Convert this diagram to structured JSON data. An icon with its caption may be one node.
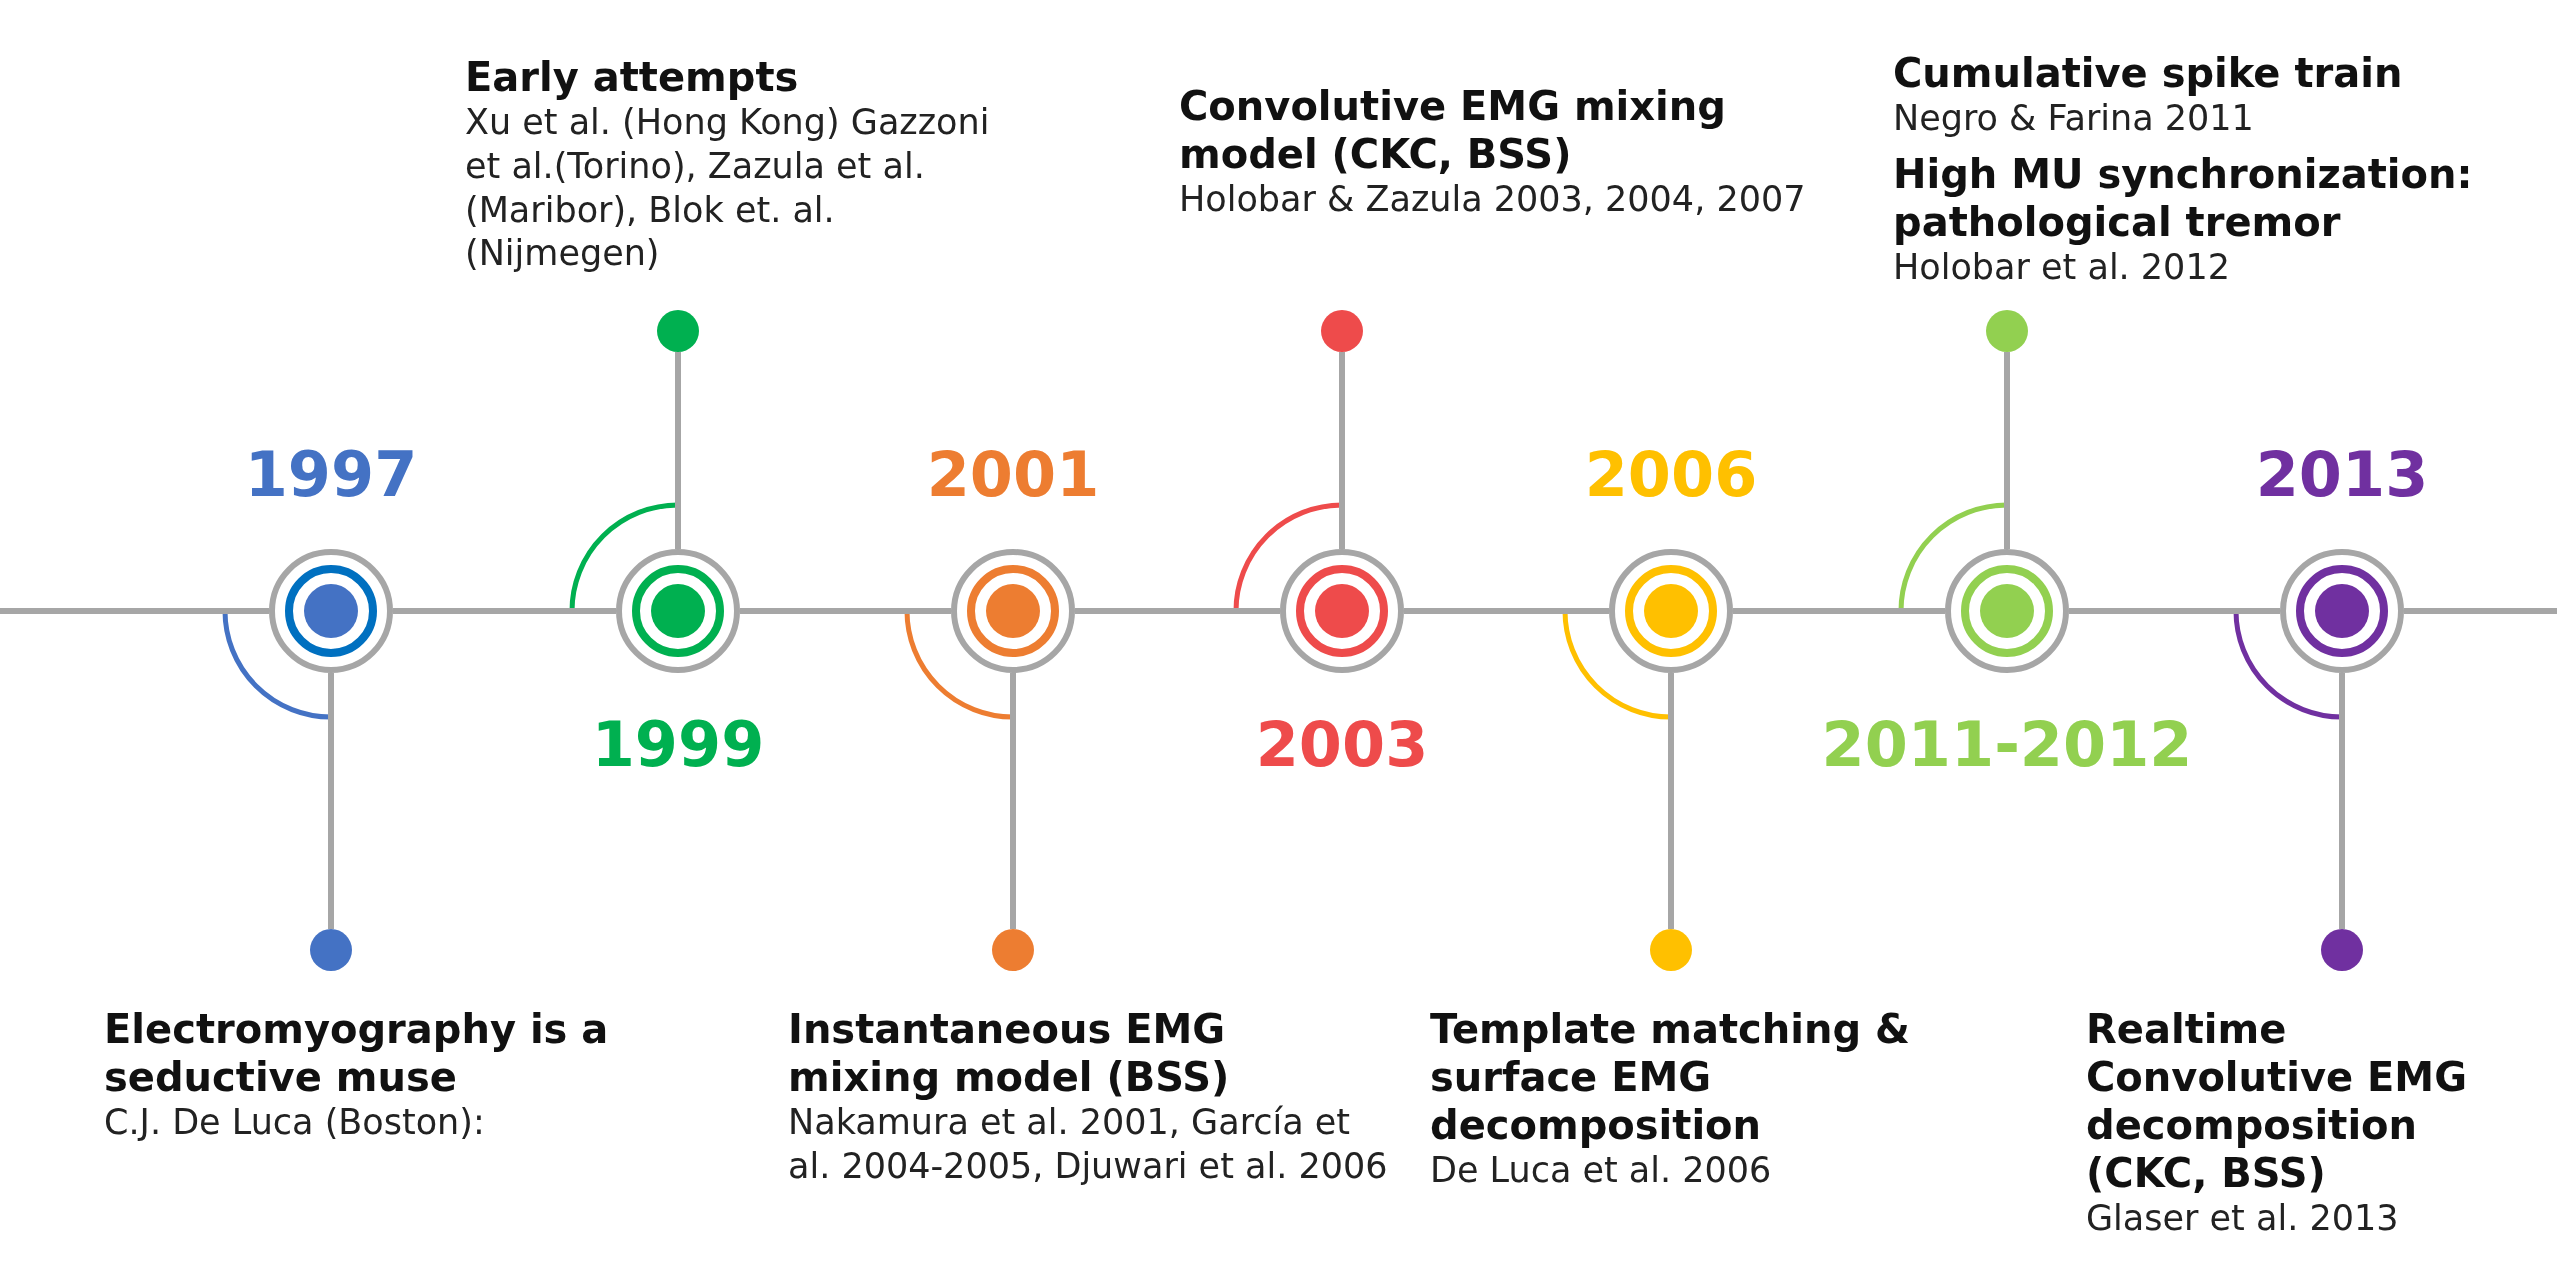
{
  "diagram": {
    "nodes": [
      {
        "text": [
          "1997"
        ]
      },
      {
        "text": [],
        "shape": "circle",
        "beside": [
          "Electromyography is a seductive muse",
          "C.J. De Luca (Boston):"
        ]
      },
      {
        "text": [
          "1999"
        ]
      },
      {
        "text": [],
        "shape": "circle",
        "beside": [
          "Early attempts",
          "Xu et al. (Hong Kong) Gazzoni et al.(Torino), Zazula et al. (Maribor), Blok et. al. (Nijmegen)"
        ]
      },
      {
        "text": [
          "2001"
        ]
      },
      {
        "text": [],
        "shape": "circle",
        "beside": [
          "Instantaneous EMG mixing model (BSS)",
          "Nakamura et al. 2001, García et al. 2004-2005, Djuwari et al. 2006"
        ]
      },
      {
        "text": [
          "2003"
        ]
      },
      {
        "text": [],
        "shape": "circle",
        "beside": [
          "Convolutive EMG mixing model (CKC, BSS)",
          "Holobar & Zazula 2003, 2004, 2007"
        ]
      },
      {
        "text": [
          "2006"
        ]
      },
      {
        "text": [],
        "shape": "circle",
        "beside": [
          "Template matching & surface EMG decomposition",
          "De Luca et al. 2006"
        ]
      },
      {
        "text": [
          "2011-2012"
        ]
      },
      {
        "text": [],
        "shape": "circle",
        "beside": [
          "Cumulative spike train",
          "Negro & Farina 2011",
          "High MU synchronization: pathological tremor",
          "Holobar et al. 2012"
        ]
      },
      {
        "text": [
          "2013"
        ]
      },
      {
        "text": [],
        "shape": "circle",
        "beside": [
          "Realtime Convolutive EMG decomposition (CKC, BSS)",
          "Glaser et al. 2013"
        ]
      }
    ],
    "edges": [
      {
        "from": null,
        "to": 0,
        "arrow": "none"
      },
      {
        "from": 0,
        "to": 2,
        "arrow": "none"
      },
      {
        "from": 2,
        "to": 4,
        "arrow": "none"
      },
      {
        "from": 4,
        "to": 6,
        "arrow": "none"
      },
      {
        "from": 6,
        "to": 8,
        "arrow": "none"
      },
      {
        "from": 8,
        "to": 10,
        "arrow": "none"
      },
      {
        "from": 10,
        "to": 12,
        "arrow": "none"
      },
      {
        "from": 12,
        "to": null,
        "arrow": "none"
      },
      {
        "from": 0,
        "to": 1,
        "arrow": "none"
      },
      {
        "from": 2,
        "to": 3,
        "arrow": "none"
      },
      {
        "from": 4,
        "to": 5,
        "arrow": "none"
      },
      {
        "from": 6,
        "to": 7,
        "arrow": "none"
      },
      {
        "from": 8,
        "to": 9,
        "arrow": "none"
      },
      {
        "from": 10,
        "to": 11,
        "arrow": "none"
      },
      {
        "from": 12,
        "to": 13,
        "arrow": "none"
      }
    ]
  }
}
